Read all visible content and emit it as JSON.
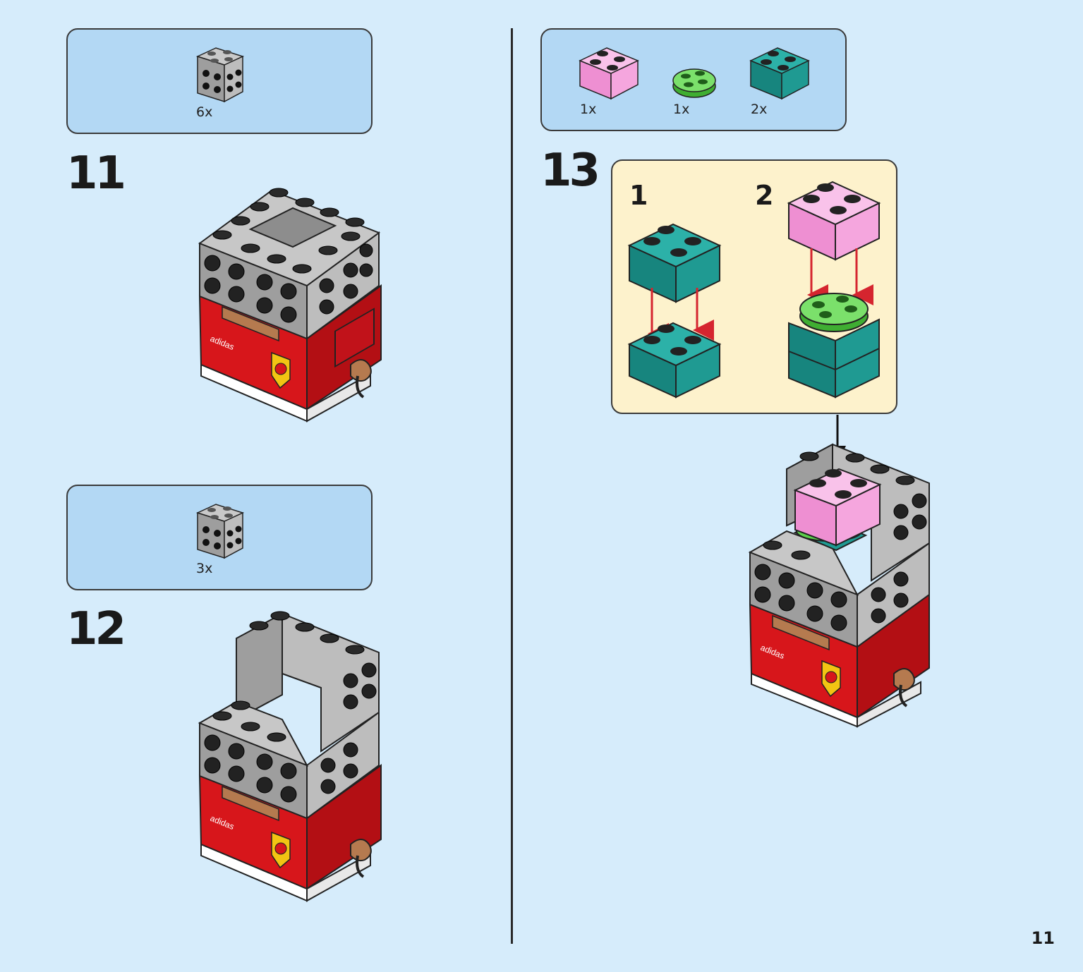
{
  "steps": [
    {
      "number": "11",
      "parts": [
        {
          "name": "gray-brick-2x2-side-studs",
          "qty": "6x"
        }
      ]
    },
    {
      "number": "12",
      "parts": [
        {
          "name": "gray-brick-2x2-side-studs",
          "qty": "3x"
        }
      ]
    },
    {
      "number": "13",
      "parts": [
        {
          "name": "pink-brick-2x2",
          "qty": "1x"
        },
        {
          "name": "green-round-plate-2x2",
          "qty": "1x"
        },
        {
          "name": "teal-brick-2x2",
          "qty": "2x"
        }
      ],
      "substeps": [
        "1",
        "2"
      ]
    }
  ],
  "page_number": "11",
  "colors": {
    "background": "#d6ecfb",
    "parts_box": "#b3d8f4",
    "callout": "#fdf2cc",
    "gray_brick": "#a8a8a8",
    "red_shirt": "#d7161b",
    "pink_brick": "#f5a6de",
    "teal_brick": "#1f9a92",
    "green_plate": "#5cd04a",
    "arrow_red": "#d5252f"
  }
}
